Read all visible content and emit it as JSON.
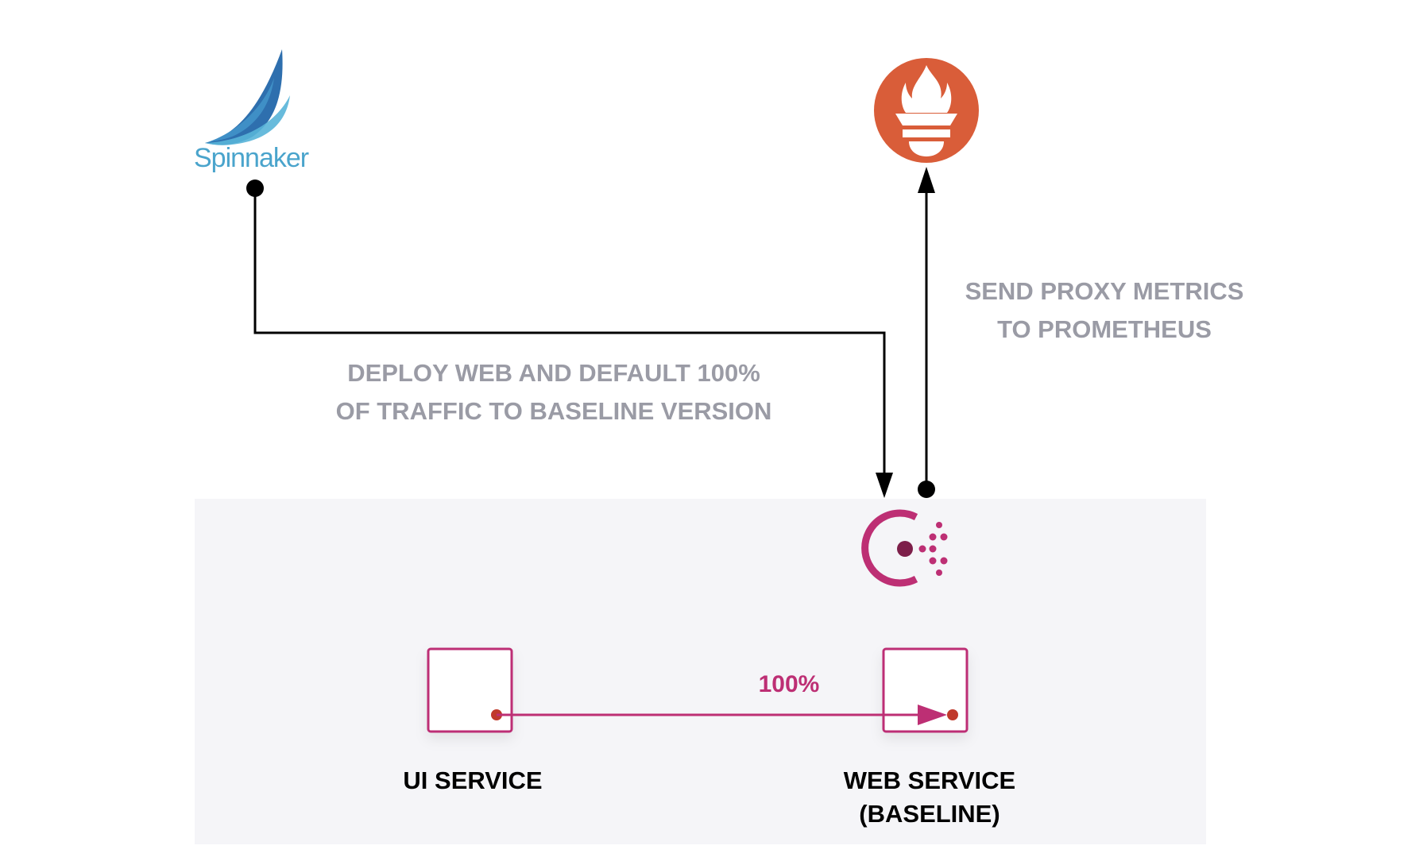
{
  "logos": {
    "spinnaker": {
      "text": "Spinnaker",
      "color": "#4aa4cc"
    },
    "prometheus": {
      "color": "#d95d39"
    },
    "consul": {
      "color": "#bd2f74",
      "core_color": "#7d1f4a"
    }
  },
  "annotations": {
    "deploy": {
      "line1": "DEPLOY WEB AND DEFAULT 100%",
      "line2": "OF TRAFFIC TO BASELINE VERSION"
    },
    "metrics": {
      "line1": "SEND PROXY METRICS",
      "line2": "TO PROMETHEUS"
    }
  },
  "services": {
    "ui": {
      "label": "UI SERVICE"
    },
    "web": {
      "label_line1": "WEB SERVICE",
      "label_line2": "(BASELINE)"
    }
  },
  "traffic": {
    "percent": "100%",
    "color": "#bd2f74",
    "endpoint_color": "#c0392b"
  },
  "colors": {
    "panel": "#f5f5f8",
    "connector": "#000000",
    "label_gray": "#9a9ba5"
  }
}
